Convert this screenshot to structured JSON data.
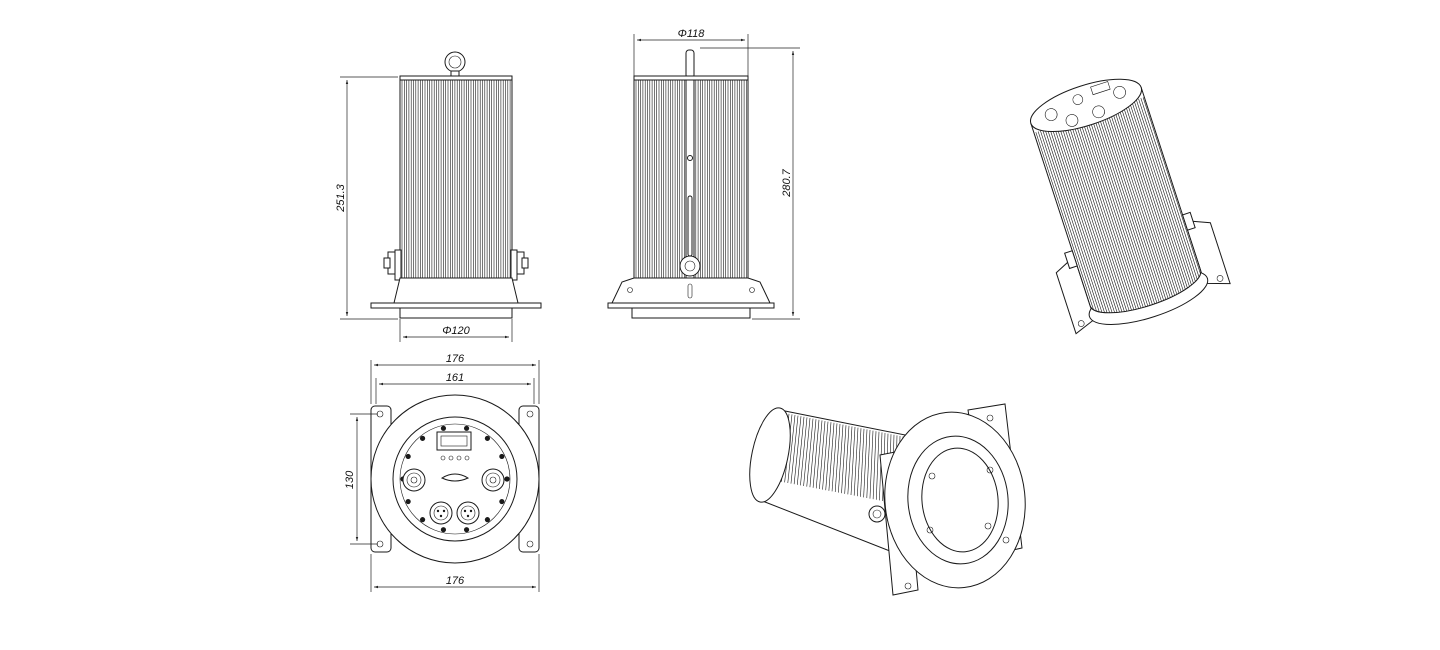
{
  "dimensions": {
    "front_height": "251.3",
    "front_bottom_diameter": "Φ120",
    "side_top_diameter": "Φ118",
    "side_height": "280.7",
    "bottom_outer_width": "176",
    "bottom_inner_width": "161",
    "bottom_height": "130",
    "bottom_lower_width": "176"
  },
  "colors": {
    "line": "#1a1a1a",
    "background": "#ffffff"
  }
}
